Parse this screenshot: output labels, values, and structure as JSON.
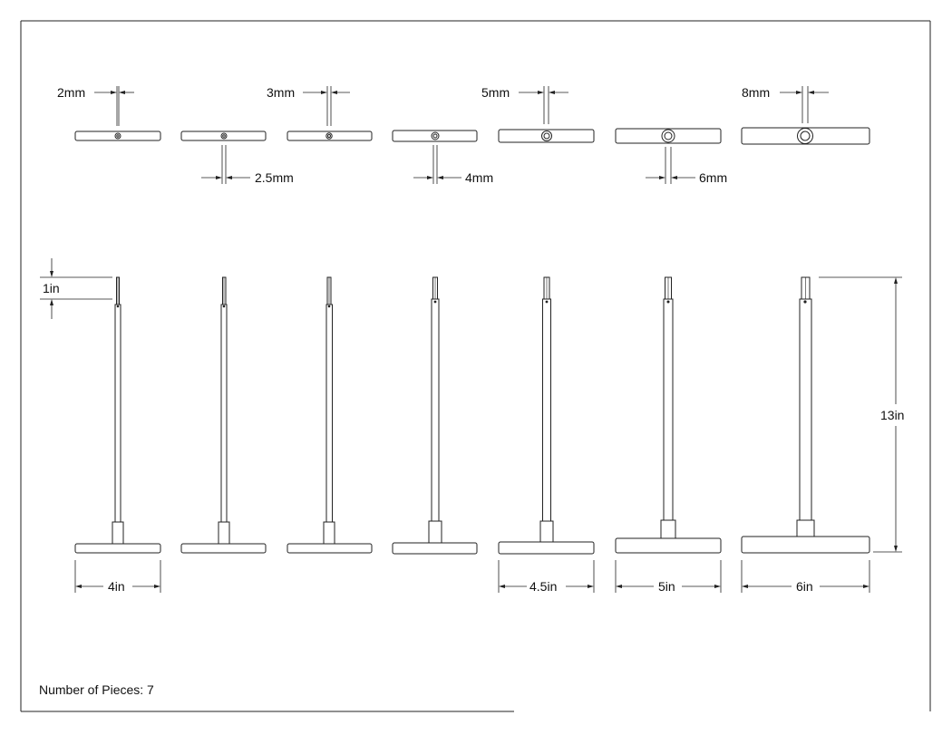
{
  "drawing": {
    "piece_count_label": "Number of Pieces: 7"
  },
  "pieces": [
    {
      "id": "2mm",
      "hex_label": "2mm",
      "hex_mm": 2,
      "handle_label": "4in",
      "handle_in": 4
    },
    {
      "id": "2.5mm",
      "hex_label": "2.5mm",
      "hex_mm": 2.5,
      "handle_label": "",
      "handle_in": 4
    },
    {
      "id": "3mm",
      "hex_label": "3mm",
      "hex_mm": 3,
      "handle_label": "",
      "handle_in": 4
    },
    {
      "id": "4mm",
      "hex_label": "4mm",
      "hex_mm": 4,
      "handle_label": "",
      "handle_in": 4
    },
    {
      "id": "5mm",
      "hex_label": "5mm",
      "hex_mm": 5,
      "handle_label": "4.5in",
      "handle_in": 4.5
    },
    {
      "id": "6mm",
      "hex_label": "6mm",
      "hex_mm": 6,
      "handle_label": "5in",
      "handle_in": 5
    },
    {
      "id": "8mm",
      "hex_label": "8mm",
      "hex_mm": 8,
      "handle_label": "6in",
      "handle_in": 6
    }
  ],
  "dimensions": {
    "tip_length_label": "1in",
    "overall_length_label": "13in"
  }
}
